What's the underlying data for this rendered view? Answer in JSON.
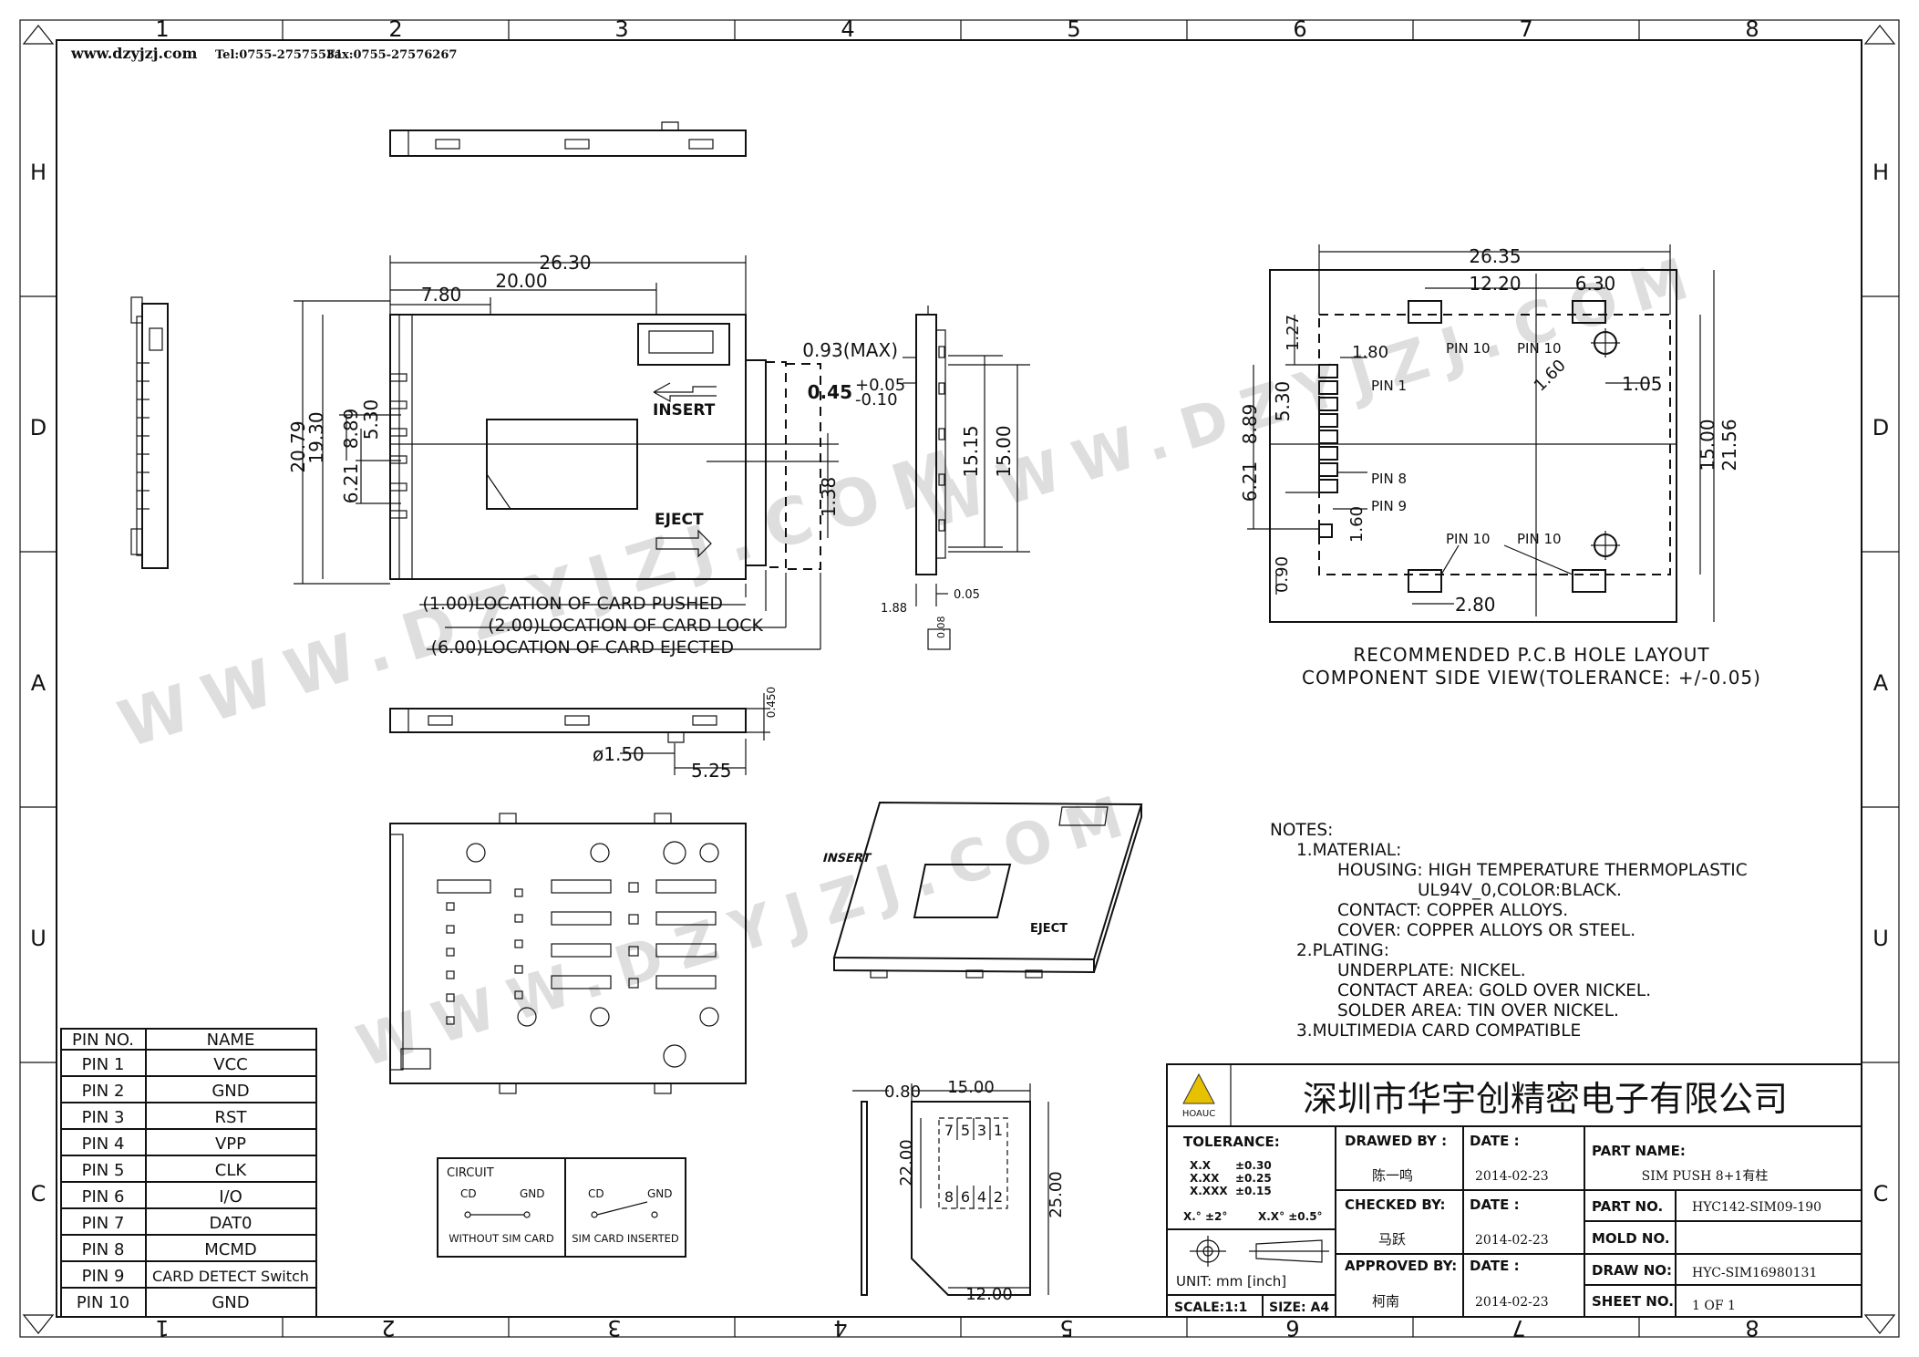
{
  "frame": {
    "col_labels": [
      "1",
      "2",
      "3",
      "4",
      "5",
      "6",
      "7",
      "8"
    ],
    "row_labels": [
      "H",
      "D",
      "A",
      "U",
      "C"
    ]
  },
  "header": {
    "website": "www.dzyjzj.com",
    "tel": "Tel:0755-27575531",
    "fax": "Fax:0755-27576267"
  },
  "watermark": "WWW.DZYJZJ.COM",
  "front_view": {
    "dims": [
      "26.30",
      "20.00",
      "7.80",
      "20.79",
      "19.30",
      "8.89",
      "5.30",
      "6.21",
      "1.38"
    ],
    "insert_label": "INSERT",
    "eject_label": "EJECT",
    "locations": [
      "(1.00)LOCATION OF CARD PUSHED",
      "(2.00)LOCATION OF CARD LOCK",
      "(6.00)LOCATION OF CARD EJECTED"
    ]
  },
  "side_view": {
    "dims": [
      "0.93(MAX)",
      "0.45",
      "+0.05",
      "-0.10",
      "15.15",
      "15.00",
      "1.88",
      "0.05",
      "0.08"
    ]
  },
  "bottom_strip": {
    "dims": [
      "0.450",
      "ø1.50",
      "5.25"
    ]
  },
  "pcb_layout": {
    "dims": [
      "26.35",
      "12.20",
      "6.30",
      "1.27",
      "1.80",
      "1.60",
      "1.05",
      "8.89",
      "5.30",
      "6.21",
      "1.60",
      "0.90",
      "2.80",
      "15.00",
      "21.56"
    ],
    "pin_labels": [
      "PIN 10",
      "PIN 10",
      "PIN 1",
      "PIN 8",
      "PIN 9",
      "PIN 10",
      "PIN 10"
    ],
    "caption_line1": "RECOMMENDED P.C.B HOLE LAYOUT",
    "caption_line2": "COMPONENT SIDE VIEW(TOLERANCE: +/-0.05)"
  },
  "notes": {
    "title": "NOTES:",
    "lines": [
      "1.MATERIAL:",
      "HOUSING: HIGH TEMPERATURE THERMOPLASTIC",
      "UL94V_0,COLOR:BLACK.",
      "CONTACT: COPPER ALLOYS.",
      "COVER: COPPER ALLOYS OR STEEL.",
      "2.PLATING:",
      "UNDERPLATE: NICKEL.",
      "CONTACT AREA: GOLD OVER NICKEL.",
      "SOLDER AREA: TIN OVER NICKEL.",
      "3.MULTIMEDIA CARD COMPATIBLE"
    ]
  },
  "pin_table": {
    "headers": [
      "PIN NO.",
      "NAME"
    ],
    "rows": [
      [
        "PIN 1",
        "VCC"
      ],
      [
        "PIN 2",
        "GND"
      ],
      [
        "PIN 3",
        "RST"
      ],
      [
        "PIN 4",
        "VPP"
      ],
      [
        "PIN 5",
        "CLK"
      ],
      [
        "PIN 6",
        "I/O"
      ],
      [
        "PIN 7",
        "DAT0"
      ],
      [
        "PIN 8",
        "MCMD"
      ],
      [
        "PIN 9",
        "CARD DETECT Switch"
      ],
      [
        "PIN 10",
        "GND"
      ]
    ]
  },
  "circuit": {
    "title": "CIRCUIT",
    "cd": "CD",
    "gnd": "GND",
    "without_label": "WITHOUT SIM CARD",
    "inserted_label": "SIM CARD INSERTED"
  },
  "sim_card": {
    "dims": [
      "0.80",
      "15.00",
      "22.00",
      "25.00",
      "12.00"
    ],
    "contacts_top": [
      "7",
      "5",
      "3",
      "1"
    ],
    "contacts_bottom": [
      "8",
      "6",
      "4",
      "2"
    ]
  },
  "title_block": {
    "company_cn": "深圳市华宇创精密电子有限公司",
    "logo_text": "HOAUC",
    "tolerance_title": "TOLERANCE:",
    "tolerances": [
      [
        "X.X",
        "±0.30"
      ],
      [
        "X.XX",
        "±0.25"
      ],
      [
        "X.XXX",
        "±0.15"
      ]
    ],
    "angle_tol_1": "X.° ±2°",
    "angle_tol_2": "X.X° ±0.5°",
    "unit": "UNIT: mm [inch]",
    "scale": "SCALE:1:1",
    "size": "SIZE: A4",
    "drawn_by_label": "DRAWED BY :",
    "drawn_by": "陈一鸣",
    "checked_by_label": "CHECKED BY:",
    "checked_by": "马跃",
    "approved_by_label": "APPROVED BY:",
    "approved_by": "柯南",
    "date_label": "DATE :",
    "date_1": "2014-02-23",
    "date_2": "2014-02-23",
    "date_3": "2014-02-23",
    "part_name_label": "PART NAME:",
    "part_name": "SIM PUSH 8+1有柱",
    "part_no_label": "PART NO.",
    "part_no": "HYC142-SIM09-190",
    "mold_no_label": "MOLD NO.",
    "mold_no": "",
    "draw_no_label": "DRAW NO:",
    "draw_no": "HYC-SIM16980131",
    "sheet_no_label": "SHEET NO.",
    "sheet_no": "1 OF 1"
  }
}
